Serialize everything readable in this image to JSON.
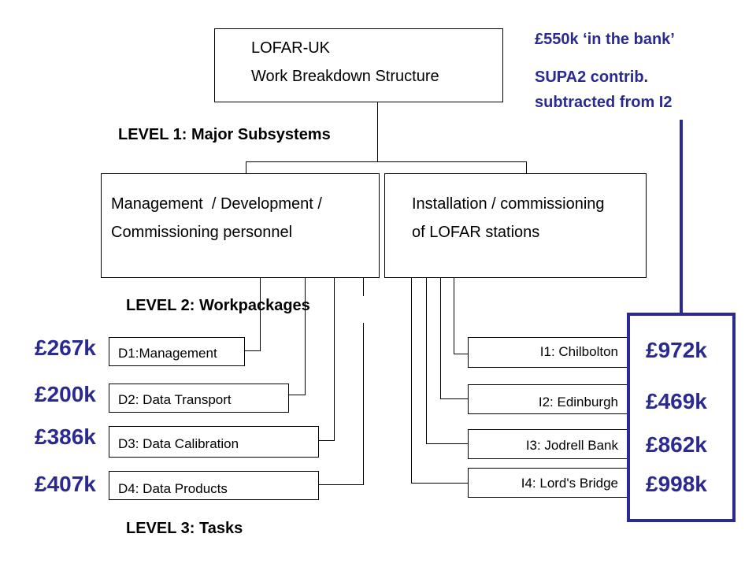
{
  "title_box": {
    "line1": "LOFAR-UK",
    "line2": "Work Breakdown Structure"
  },
  "levels": {
    "level1": "LEVEL 1: Major Subsystems",
    "level2": "LEVEL 2: Workpackages",
    "level3": "LEVEL 3: Tasks"
  },
  "subsystems": {
    "left": {
      "line1": "Management  / Development /",
      "line2": "Commissioning personnel"
    },
    "right": {
      "line1": "Installation / commissioning",
      "line2": "of LOFAR stations"
    }
  },
  "workpackages_d": [
    {
      "label": "D1:Management",
      "cost": "£267k"
    },
    {
      "label": "D2: Data Transport",
      "cost": "£200k"
    },
    {
      "label": "D3: Data Calibration",
      "cost": "£386k"
    },
    {
      "label": "D4: Data Products",
      "cost": "£407k"
    }
  ],
  "workpackages_i": [
    {
      "label": "I1: Chilbolton",
      "cost": "£972k"
    },
    {
      "label": "I2: Edinburgh",
      "cost": "£469k"
    },
    {
      "label": "I3: Jodrell Bank",
      "cost": "£862k"
    },
    {
      "label": "I4: Lord's Bridge",
      "cost": "£998k"
    }
  ],
  "notes": {
    "bank": "£550k ‘in the bank’",
    "supa_line1": "SUPA2 contrib.",
    "supa_line2": "subtracted from I2"
  },
  "colors": {
    "annotation": "#2a2a90"
  }
}
